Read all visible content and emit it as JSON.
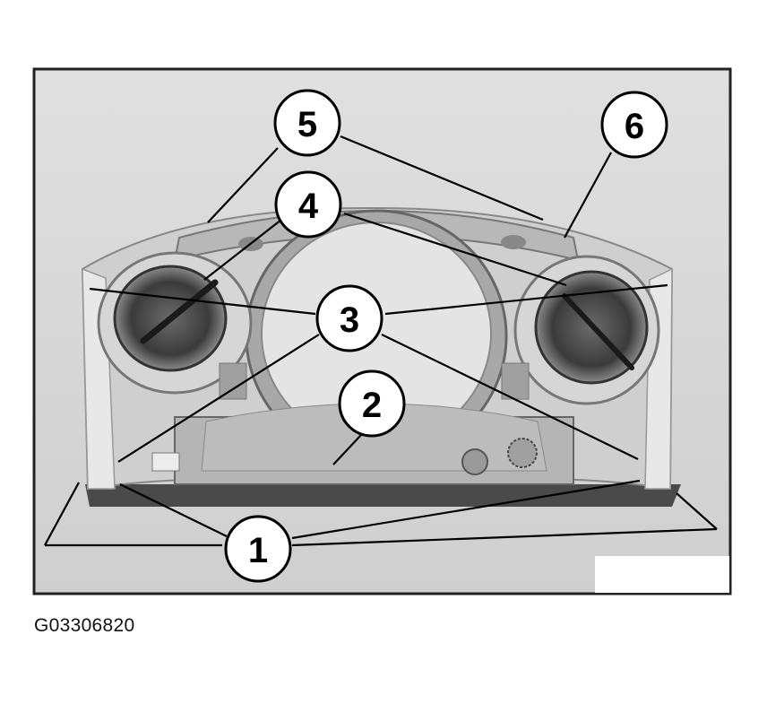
{
  "figure": {
    "caption": "G03306820",
    "callouts": [
      "1",
      "2",
      "3",
      "4",
      "5",
      "6"
    ],
    "colors": {
      "background": "#ffffff",
      "frame": "#222222",
      "photo_bg": "#d9d9d9",
      "part_light": "#c4c4c4",
      "part_mid": "#a6a6a6",
      "part_dark": "#3a3a3a"
    }
  }
}
